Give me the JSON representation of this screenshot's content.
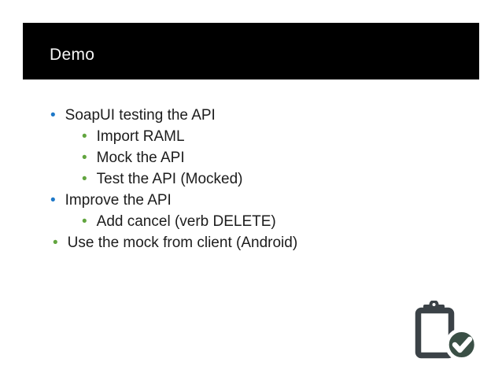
{
  "slide": {
    "title": "Demo"
  },
  "bullets": {
    "items": [
      {
        "text": "SoapUI testing the API",
        "level": 1,
        "color": "blue"
      },
      {
        "text": "Import RAML",
        "level": 2,
        "color": "green"
      },
      {
        "text": "Mock the API",
        "level": 2,
        "color": "green"
      },
      {
        "text": "Test the API (Mocked)",
        "level": 2,
        "color": "green"
      },
      {
        "text": "Improve the API",
        "level": 1,
        "color": "blue"
      },
      {
        "text": "Add cancel (verb DELETE)",
        "level": 2,
        "color": "green"
      },
      {
        "text": "Use the mock from client (Android)",
        "level": 1,
        "color": "green"
      }
    ]
  },
  "icons": {
    "bottom_right": "clipboard-check-icon"
  },
  "colors": {
    "background": "#ffffff",
    "header_bg": "#000000",
    "header_text": "#f5f5f5",
    "body_text": "#1c1c1c",
    "bullet_blue": "#1e78c8",
    "bullet_green": "#62a53f",
    "icon_charcoal": "#3b4247",
    "icon_circle": "#3a4f45"
  }
}
